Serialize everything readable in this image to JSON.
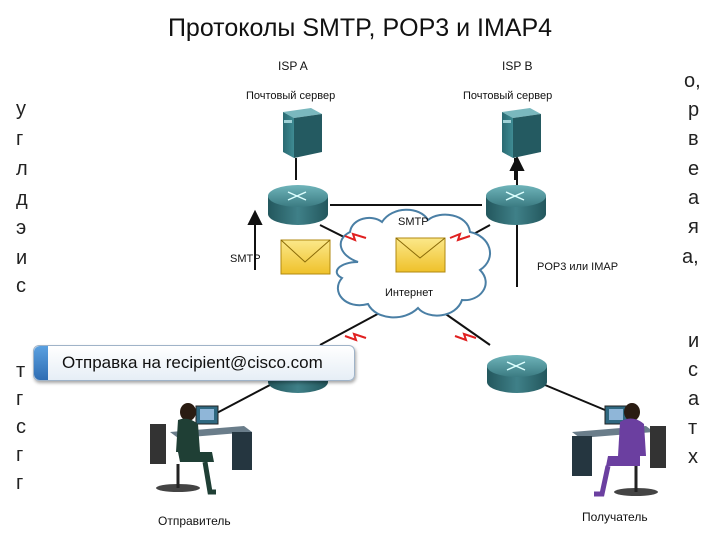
{
  "title": "Протоколы SMTP, POP3 и IMAP4",
  "left_fragments": [
    "у",
    "г",
    "л",
    "д",
    "э",
    "и",
    "с",
    "т",
    "г",
    "с",
    "г",
    "г"
  ],
  "right_fragments": [
    "о,",
    "р",
    "в",
    "е",
    "а",
    "я",
    "а,",
    "и",
    "с",
    "а",
    "т",
    "х"
  ],
  "isp_a": {
    "label": "ISP A",
    "server_label": "Почтовый сервер"
  },
  "isp_b": {
    "label": "ISP B",
    "server_label": "Почтовый сервер"
  },
  "cloud_label": "Интернет",
  "envelope_left_label": "SMTP",
  "envelope_center_label": "SMTP",
  "right_path_label": "POP3 или IMAP",
  "callout_text": "Отправка на recipient@cisco.com",
  "sender_label": "Отправитель",
  "receiver_label": "Получатель",
  "colors": {
    "server": "#2f7f86",
    "router": "#3e7f86",
    "envelope": "#f6d34a",
    "lightning": "#e02020",
    "link": "#111111",
    "callout_accent": "#3f86d0"
  }
}
